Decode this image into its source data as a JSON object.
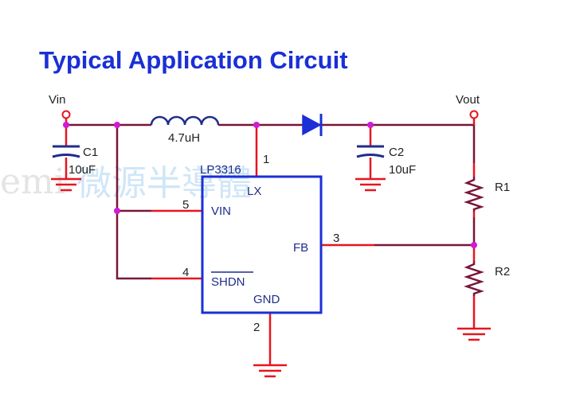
{
  "title": "Typical Application Circuit",
  "watermark": {
    "cn": "微源半導體",
    "en": "emi"
  },
  "nets": {
    "vin": "Vin",
    "vout": "Vout"
  },
  "inductor": {
    "value": "4.7uH"
  },
  "c1": {
    "ref": "C1",
    "value": "10uF"
  },
  "c2": {
    "ref": "C2",
    "value": "10uF"
  },
  "r1": {
    "ref": "R1"
  },
  "r2": {
    "ref": "R2"
  },
  "ic": {
    "name": "LP3316",
    "pins": [
      {
        "num": "1",
        "name": "LX"
      },
      {
        "num": "5",
        "name": "VIN"
      },
      {
        "num": "4",
        "name": "SHDN"
      },
      {
        "num": "3",
        "name": "FB"
      },
      {
        "num": "2",
        "name": "GND"
      }
    ]
  },
  "colors": {
    "title": "#1a2fd6",
    "wire_dark": "#7a1538",
    "wire_red": "#e8141e",
    "component": "#1f2d8a",
    "node": "#d21bd2"
  }
}
